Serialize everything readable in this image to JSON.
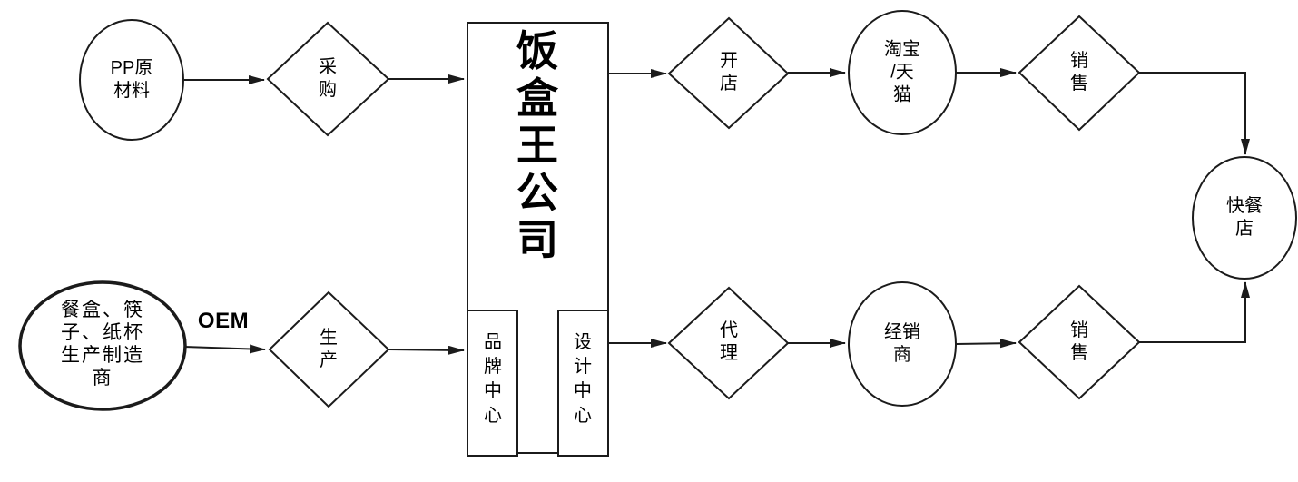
{
  "diagram": {
    "nodes": {
      "pp_material": {
        "shape": "ellipse",
        "label": "PP原\n材料"
      },
      "procurement": {
        "shape": "diamond",
        "label": "采\n购"
      },
      "company": {
        "shape": "rect",
        "label": "饭\n盒\n王\n公\n司"
      },
      "brand_center": {
        "shape": "rect",
        "label": "品\n牌\n中\n心"
      },
      "design_center": {
        "shape": "rect",
        "label": "设\n计\n中\n心"
      },
      "open_store": {
        "shape": "diamond",
        "label": "开\n店"
      },
      "taobao_tmall": {
        "shape": "ellipse",
        "label": "淘宝\n/天\n猫"
      },
      "sales_top": {
        "shape": "diamond",
        "label": "销\n售"
      },
      "fast_food": {
        "shape": "ellipse",
        "label": "快餐\n店"
      },
      "manufacturer": {
        "shape": "ellipse",
        "label": "餐盒、筷\n子、纸杯\n生产制造\n商"
      },
      "production": {
        "shape": "diamond",
        "label": "生\n产"
      },
      "agency": {
        "shape": "diamond",
        "label": "代\n理"
      },
      "distributor": {
        "shape": "ellipse",
        "label": "经销\n商"
      },
      "sales_bottom": {
        "shape": "diamond",
        "label": "销\n售"
      }
    },
    "edges": [
      {
        "from": "pp_material",
        "to": "procurement",
        "label": ""
      },
      {
        "from": "procurement",
        "to": "company",
        "label": ""
      },
      {
        "from": "company",
        "to": "open_store",
        "label": ""
      },
      {
        "from": "open_store",
        "to": "taobao_tmall",
        "label": ""
      },
      {
        "from": "taobao_tmall",
        "to": "sales_top",
        "label": ""
      },
      {
        "from": "sales_top",
        "to": "fast_food",
        "label": ""
      },
      {
        "from": "manufacturer",
        "to": "production",
        "label": "OEM"
      },
      {
        "from": "production",
        "to": "brand_center",
        "label": ""
      },
      {
        "from": "design_center",
        "to": "agency",
        "label": ""
      },
      {
        "from": "agency",
        "to": "distributor",
        "label": ""
      },
      {
        "from": "distributor",
        "to": "sales_bottom",
        "label": ""
      },
      {
        "from": "sales_bottom",
        "to": "fast_food",
        "label": ""
      }
    ],
    "colors": {
      "background": "#ffffff",
      "line": "#1b1b1b",
      "shape_fill": "#ffffff",
      "text": "#000000"
    }
  }
}
